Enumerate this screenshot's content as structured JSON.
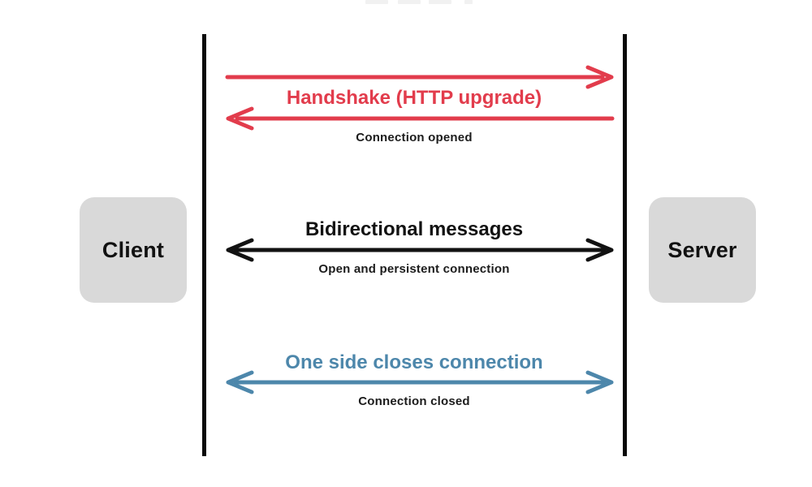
{
  "diagram": {
    "title_hint": "WebSocket connection lifecycle sequence diagram",
    "colors": {
      "background": "#ffffff",
      "lifeline": "#0a0a0a",
      "handshake_red": "#e23c4c",
      "bidirectional_black": "#121212",
      "close_blue": "#4d87ab",
      "box_fill": "#d9d9d9",
      "box_text": "#111111",
      "subtitle_text": "#1c1c1c"
    },
    "client": {
      "label": "Client"
    },
    "server": {
      "label": "Server"
    },
    "messages": [
      {
        "title": "Handshake (HTTP upgrade)",
        "subtitle": "Connection opened",
        "direction": "request-response"
      },
      {
        "title": "Bidirectional messages",
        "subtitle": "Open and persistent connection",
        "direction": "both"
      },
      {
        "title": "One side closes connection",
        "subtitle": "Connection closed",
        "direction": "both"
      }
    ]
  }
}
